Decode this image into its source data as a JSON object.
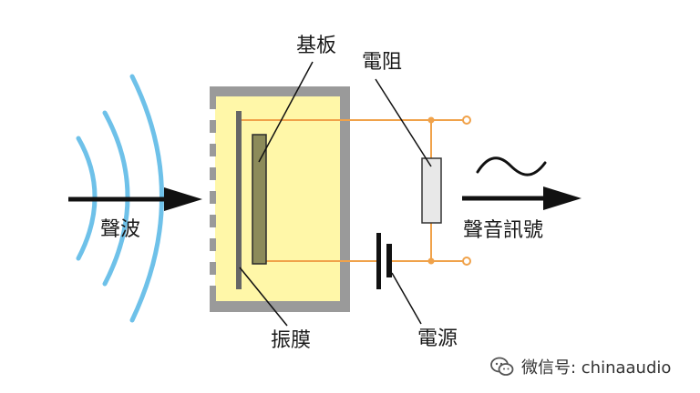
{
  "labels": {
    "substrate": "基板",
    "resistor": "電阻",
    "sound_wave": "聲波",
    "audio_signal": "聲音訊號",
    "diaphragm": "振膜",
    "power_source": "電源"
  },
  "watermark": {
    "icon": "wechat-icon",
    "text": "微信号: chinaaudio"
  },
  "colors": {
    "wave": "#6ec1e9",
    "casing": "#9a9a9a",
    "casing_fill": "#fff7a8",
    "substrate": "#8c8b5a",
    "diaphragm": "#666666",
    "wire": "#f0a24a",
    "arrow": "#111111",
    "resistor_fill": "#e8e8e8"
  }
}
